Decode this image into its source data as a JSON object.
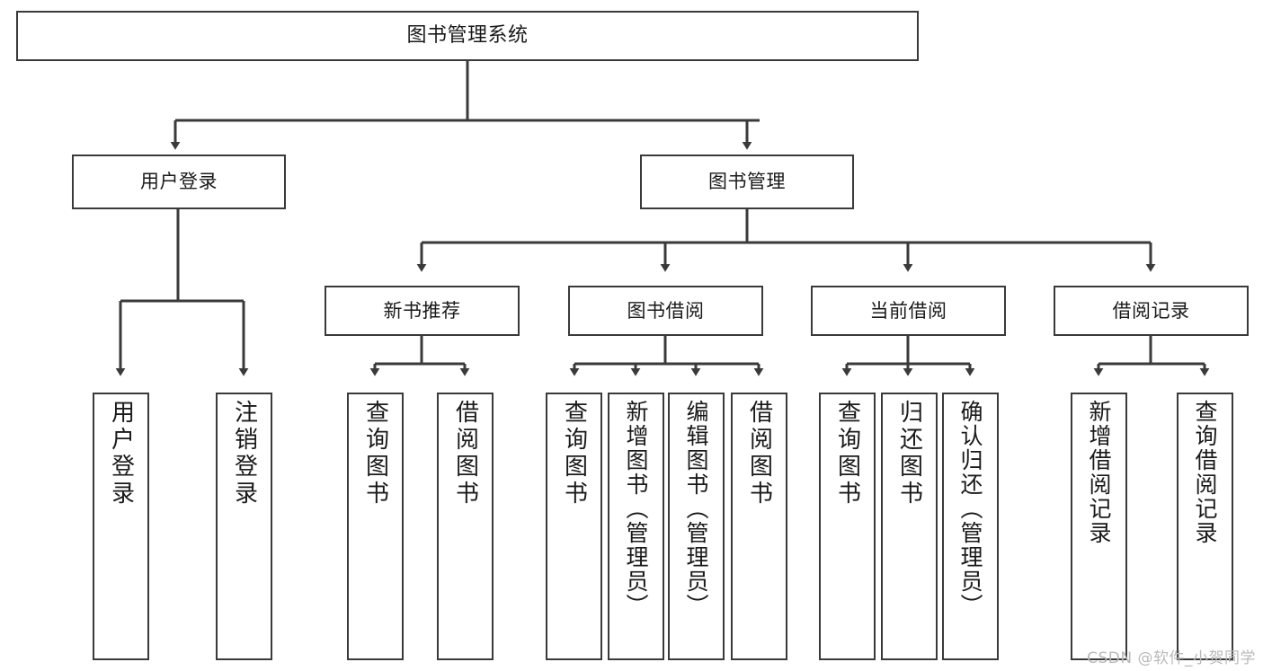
{
  "diagram": {
    "type": "tree-hierarchy-chart",
    "title": "图书管理系统",
    "line_color": "#3a3a3a",
    "text_color": "#1a1a1a",
    "background": "#ffffff",
    "watermark": "CSDN @软件_小贺同学",
    "nodes": {
      "root": {
        "label": "图书管理系统",
        "level": 1
      },
      "l2": [
        {
          "id": "user-login",
          "label": "用户登录",
          "level": 2
        },
        {
          "id": "book-manage",
          "label": "图书管理",
          "level": 2
        }
      ],
      "l3": [
        {
          "id": "new-book-recommend",
          "label": "新书推荐",
          "level": 3,
          "parent": "book-manage"
        },
        {
          "id": "book-borrow",
          "label": "图书借阅",
          "level": 3,
          "parent": "book-manage"
        },
        {
          "id": "current-borrow",
          "label": "当前借阅",
          "level": 3,
          "parent": "book-manage"
        },
        {
          "id": "borrow-record",
          "label": "借阅记录",
          "level": 3,
          "parent": "book-manage"
        }
      ],
      "leaves": [
        {
          "id": "leaf-user-login",
          "label": "用户登录",
          "parent": "user-login"
        },
        {
          "id": "leaf-user-logout",
          "label": "注销登录",
          "parent": "user-login"
        },
        {
          "id": "leaf-query-book-1",
          "label": "查询图书",
          "parent": "new-book-recommend"
        },
        {
          "id": "leaf-borrow-book-1",
          "label": "借阅图书",
          "parent": "new-book-recommend"
        },
        {
          "id": "leaf-query-book-2",
          "label": "查询图书",
          "parent": "book-borrow"
        },
        {
          "id": "leaf-add-book",
          "label": "新增图书（管理员）",
          "parent": "book-borrow"
        },
        {
          "id": "leaf-edit-book",
          "label": "编辑图书（管理员）",
          "parent": "book-borrow"
        },
        {
          "id": "leaf-borrow-book-2",
          "label": "借阅图书",
          "parent": "book-borrow"
        },
        {
          "id": "leaf-query-book-3",
          "label": "查询图书",
          "parent": "current-borrow"
        },
        {
          "id": "leaf-return-book",
          "label": "归还图书",
          "parent": "current-borrow"
        },
        {
          "id": "leaf-confirm-return",
          "label": "确认归还（管理员）",
          "parent": "current-borrow"
        },
        {
          "id": "leaf-add-record",
          "label": "新增借阅记录",
          "parent": "borrow-record"
        },
        {
          "id": "leaf-query-record",
          "label": "查询借阅记录",
          "parent": "borrow-record"
        }
      ]
    }
  }
}
